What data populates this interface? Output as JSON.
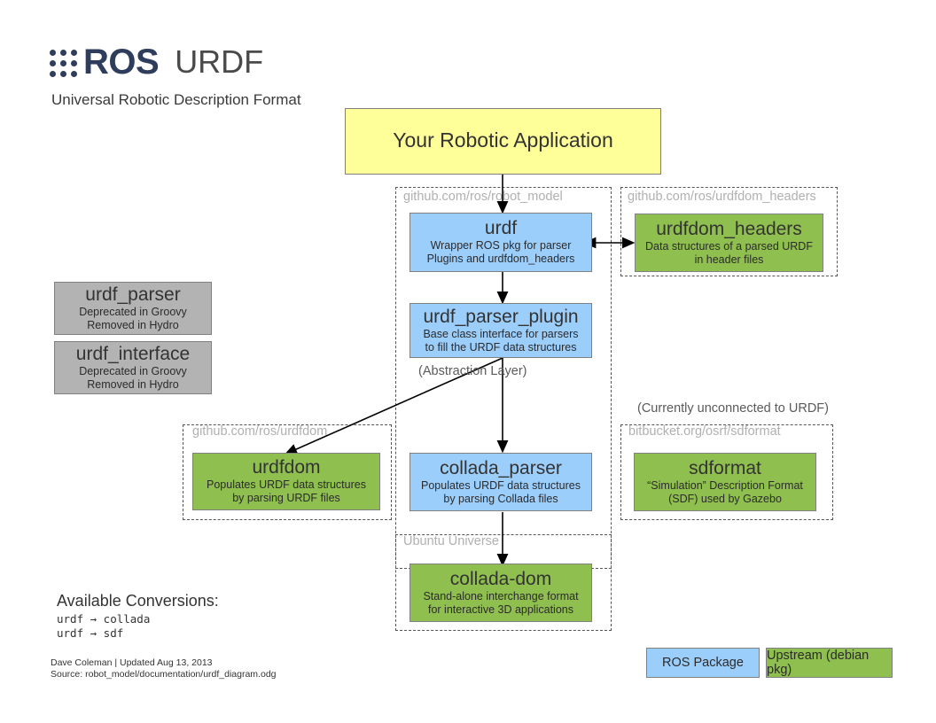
{
  "header": {
    "logo_name": "ros-logo",
    "logo_word": "ROS",
    "title": "URDF",
    "subtitle": "Universal Robotic Description Format"
  },
  "nodes": {
    "app": {
      "title": "Your Robotic Application",
      "subtitle": ""
    },
    "urdf": {
      "title": "urdf",
      "sub1": "Wrapper ROS pkg for parser",
      "sub2": "Plugins and urdfdom_headers"
    },
    "urdfdom_headers": {
      "title": "urdfdom_headers",
      "sub1": "Data structures of a parsed URDF",
      "sub2": "in header files"
    },
    "urdf_parser_plugin": {
      "title": "urdf_parser_plugin",
      "sub1": "Base class interface for parsers",
      "sub2": "to fill the URDF data structures"
    },
    "urdf_parser": {
      "title": "urdf_parser",
      "sub1": "Deprecated in Groovy",
      "sub2": "Removed in Hydro"
    },
    "urdf_interface": {
      "title": "urdf_interface",
      "sub1": "Deprecated in Groovy",
      "sub2": "Removed in Hydro"
    },
    "urdfdom": {
      "title": "urdfdom",
      "sub1": "Populates URDF data structures",
      "sub2": "by parsing URDF files"
    },
    "collada_parser": {
      "title": "collada_parser",
      "sub1": "Populates URDF data structures",
      "sub2": "by parsing Collada files"
    },
    "sdformat": {
      "title": "sdformat",
      "sub1": "“Simulation” Description Format",
      "sub2": "(SDF) used by Gazebo"
    },
    "collada_dom": {
      "title": "collada-dom",
      "sub1": "Stand-alone interchange format",
      "sub2": "for interactive 3D applications"
    }
  },
  "groups": {
    "robot_model": "github.com/ros/robot_model",
    "urdfdom_headers": "github.com/ros/urdfdom_headers",
    "urdfdom": "github.com/ros/urdfdom",
    "sdformat": "bitbucket.org/osrf/sdformat",
    "ubuntu_universe": "Ubuntu Universe"
  },
  "notes": {
    "abstraction_layer": "(Abstraction Layer)",
    "unconnected": "(Currently unconnected to URDF)"
  },
  "conversions": {
    "heading": "Available Conversions:",
    "items": [
      "urdf → collada",
      "urdf → sdf"
    ]
  },
  "credits": {
    "line1": "Dave Coleman | Updated Aug 13, 2013",
    "line2": "Source: robot_model/documentation/urdf_diagram.odg"
  },
  "legend": [
    {
      "label": "ROS Package",
      "color": "#9ccefc"
    },
    {
      "label": "Upstream (debian pkg)",
      "color": "#8fbf4f"
    }
  ],
  "colors": {
    "blue": "#9ccefc",
    "green": "#8fbf4f",
    "yellow": "#ffff99",
    "gray": "#b3b3b3",
    "ros_navy": "#2e3d5c",
    "group_label": "#b0b0b0",
    "arrow": "#000000"
  }
}
